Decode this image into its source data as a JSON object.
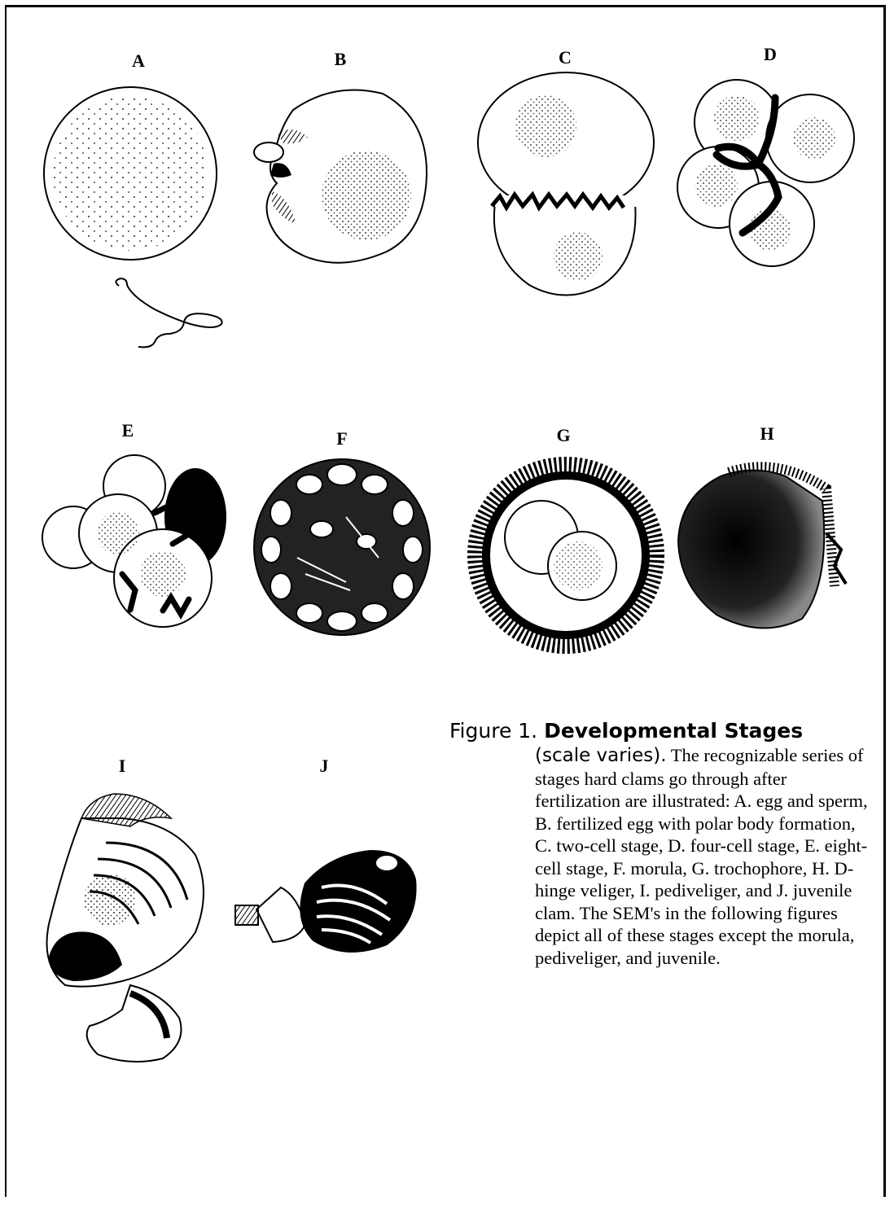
{
  "panels": {
    "a": "A",
    "b": "B",
    "c": "C",
    "d": "D",
    "e": "E",
    "f": "F",
    "g": "G",
    "h": "H",
    "i": "I",
    "j": "J"
  },
  "caption": {
    "figure_number": "Figure 1.",
    "title": "Developmental Stages",
    "scale_note": "(scale varies).",
    "body": "The recognizable series of stages hard clams go through after fertilization are illustrated: A. egg and sperm, B. fertilized egg with polar body formation, C. two-cell stage, D. four-cell stage, E. eight-cell stage, F. morula, G. trochophore, H. D-hinge veliger, I. pediveliger, and J. juvenile clam. The SEM's in the following figures depict all of these stages except the morula, pediveliger, and juvenile."
  },
  "colors": {
    "ink": "#000000",
    "paper": "#ffffff"
  }
}
